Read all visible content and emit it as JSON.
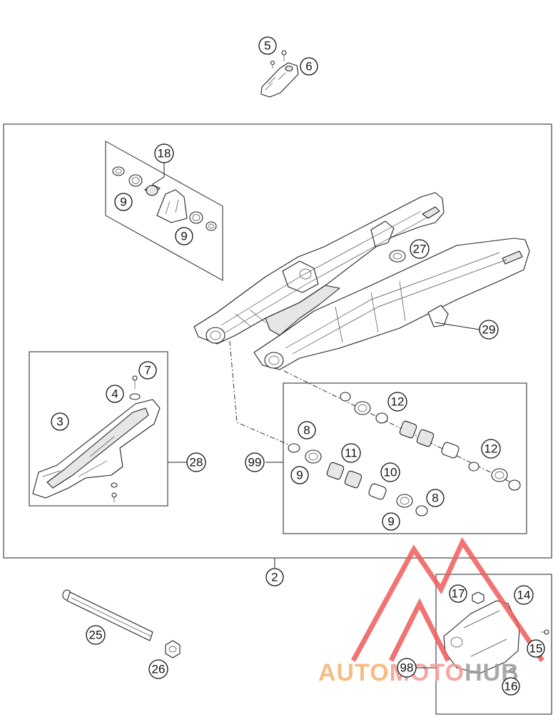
{
  "callouts": {
    "c5": "5",
    "c6": "6",
    "c18": "18",
    "c9a": "9",
    "c9b": "9",
    "c27": "27",
    "c29": "29",
    "c7": "7",
    "c4": "4",
    "c3": "3",
    "c28": "28",
    "c12a": "12",
    "c12b": "12",
    "c8a": "8",
    "c99": "99",
    "c11": "11",
    "c9c": "9",
    "c10": "10",
    "c8b": "8",
    "c9d": "9",
    "c2": "2",
    "c25": "25",
    "c26": "26",
    "c17": "17",
    "c14": "14",
    "c15": "15",
    "c98": "98",
    "c16": "16"
  },
  "watermark": {
    "part1": "AUTO",
    "part2": "MOTO",
    "part3": "HUB",
    "colors": {
      "auto": "#f5b26b",
      "moto": "#f39a92",
      "hub": "#9a9a9a",
      "logo": "#ee5a5a"
    }
  }
}
